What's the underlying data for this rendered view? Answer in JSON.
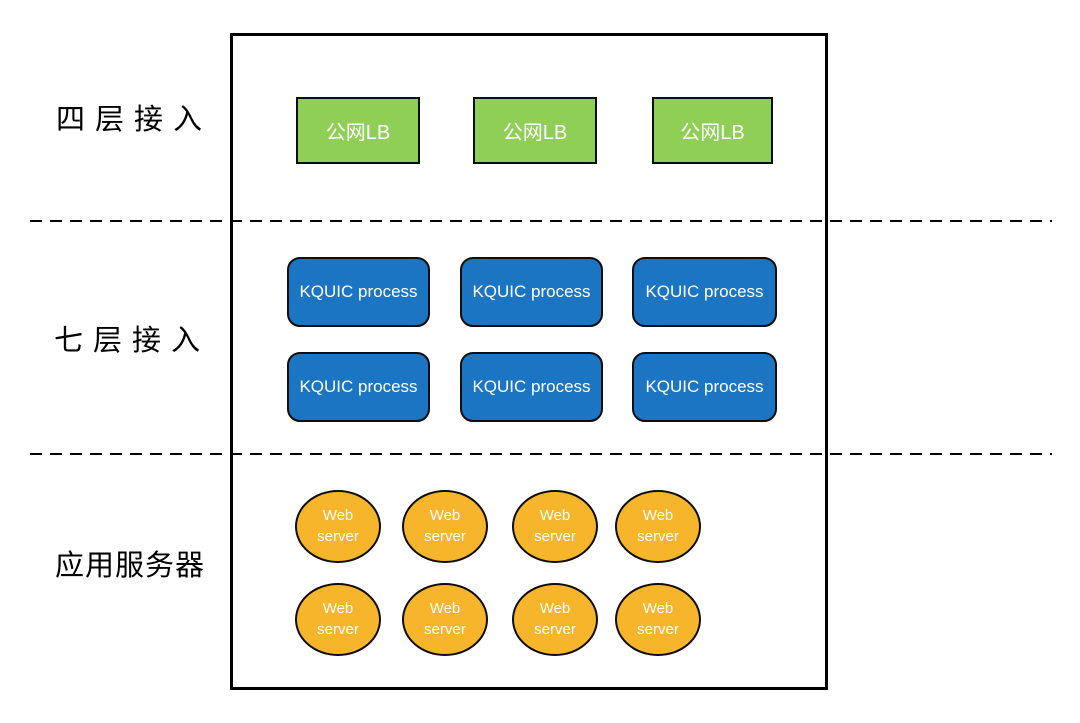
{
  "diagram": {
    "tiers": [
      {
        "row_label": "四层接入",
        "node_color": "#90CF55",
        "nodes": [
          "公网LB",
          "公网LB",
          "公网LB"
        ]
      },
      {
        "row_label": "七层接入",
        "node_color": "#1B75C2",
        "nodes": [
          "KQUIC process",
          "KQUIC process",
          "KQUIC process",
          "KQUIC process",
          "KQUIC process",
          "KQUIC process"
        ]
      },
      {
        "row_label": "应用服务器",
        "node_color": "#F7B52C",
        "nodes": [
          "Web server",
          "Web server",
          "Web server",
          "Web server",
          "Web server",
          "Web server",
          "Web server",
          "Web server"
        ]
      }
    ],
    "outline_color": "#000000",
    "node_text_color": "#FFFFFF"
  }
}
